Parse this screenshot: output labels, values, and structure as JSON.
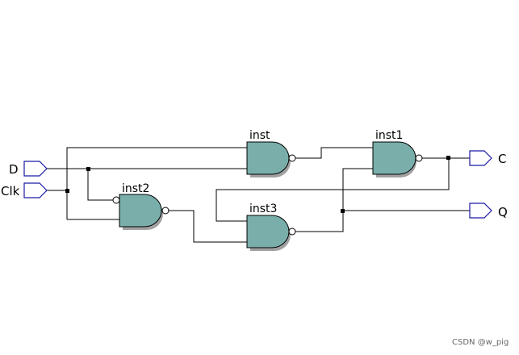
{
  "schematic": {
    "inputs": {
      "d": "D",
      "clk": "Clk"
    },
    "outputs": {
      "c": "C",
      "q": "Q"
    },
    "instances": {
      "inst": "inst",
      "inst1": "inst1",
      "inst2": "inst2",
      "inst3": "inst3"
    },
    "gate_fill": "#7aaeaa",
    "port_color": "#1a1aa6"
  },
  "watermark": "CSDN @w_pig"
}
